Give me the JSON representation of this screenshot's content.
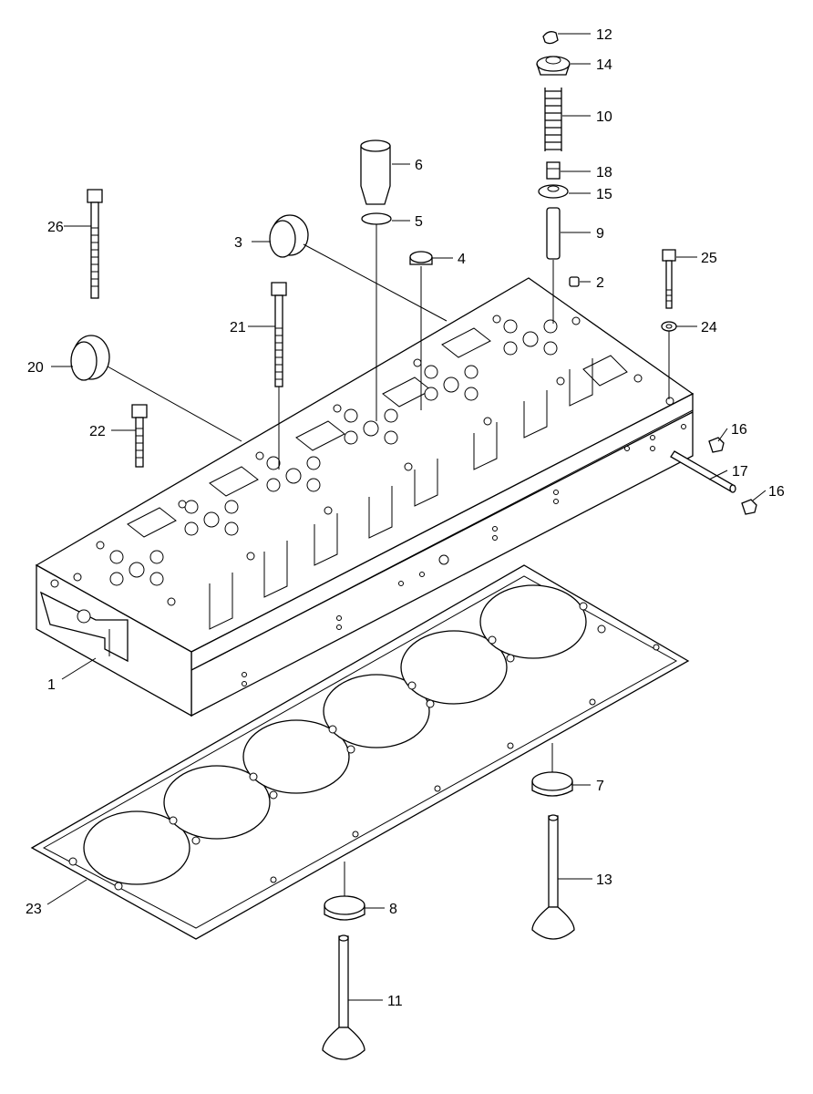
{
  "callouts": {
    "c1": "1",
    "c2": "2",
    "c3": "3",
    "c4": "4",
    "c5": "5",
    "c6": "6",
    "c7": "7",
    "c8": "8",
    "c9": "9",
    "c10": "10",
    "c11": "11",
    "c12": "12",
    "c13": "13",
    "c14": "14",
    "c15": "15",
    "c16a": "16",
    "c16b": "16",
    "c17": "17",
    "c18": "18",
    "c20": "20",
    "c21": "21",
    "c22": "22",
    "c23": "23",
    "c24": "24",
    "c25": "25",
    "c26": "26"
  }
}
